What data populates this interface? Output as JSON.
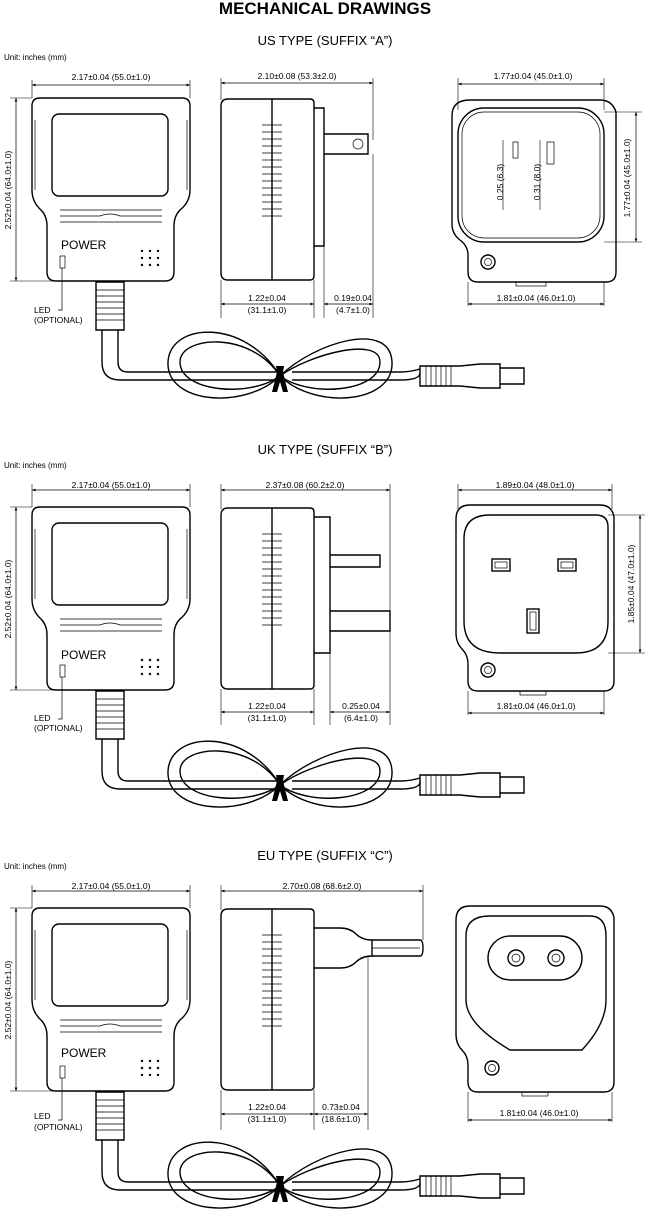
{
  "title": "MECHANICAL DRAWINGS",
  "sections": [
    {
      "heading": "US TYPE (SUFFIX “A”)",
      "unit": "Unit: inches (mm)",
      "front": {
        "width": "2.17±0.04 (55.0±1.0)",
        "height": "2.52±0.04 (64.0±1.0)",
        "power": "POWER",
        "led": [
          "LED",
          "(OPTIONAL)"
        ]
      },
      "side": {
        "width": "2.10±0.08 (53.3±2.0)",
        "depth": [
          "1.22±0.04",
          "(31.1±1.0)"
        ],
        "prong": [
          "0.19±0.04",
          "(4.7±1.0)"
        ]
      },
      "plug": {
        "width": "1.77±0.04 (45.0±1.0)",
        "height": "1.77±0.04 (45.0±1.0)",
        "bottom": "1.81±0.04 (46.0±1.0)",
        "pin_a": "0.25 (6.3)",
        "pin_b": "0.31 (8.0)"
      }
    },
    {
      "heading": "UK TYPE (SUFFIX “B”)",
      "unit": "Unit: inches (mm)",
      "front": {
        "width": "2.17±0.04 (55.0±1.0)",
        "height": "2.52±0.04 (64.0±1.0)",
        "power": "POWER",
        "led": [
          "LED",
          "(OPTIONAL)"
        ]
      },
      "side": {
        "width": "2.37±0.08 (60.2±2.0)",
        "depth": [
          "1.22±0.04",
          "(31.1±1.0)"
        ],
        "prong": [
          "0.25±0.04",
          "(6.4±1.0)"
        ]
      },
      "plug": {
        "width": "1.89±0.04 (48.0±1.0)",
        "height": "1.85±0.04 (47.0±1.0)",
        "bottom": "1.81±0.04 (46.0±1.0)",
        "pin_a": "",
        "pin_b": ""
      }
    },
    {
      "heading": "EU TYPE (SUFFIX “C”)",
      "unit": "Unit: inches (mm)",
      "front": {
        "width": "2.17±0.04 (55.0±1.0)",
        "height": "2.52±0.04 (64.0±1.0)",
        "power": "POWER",
        "led": [
          "LED",
          "(OPTIONAL)"
        ]
      },
      "side": {
        "width": "2.70±0.08 (68.6±2.0)",
        "depth": [
          "1.22±0.04",
          "(31.1±1.0)"
        ],
        "prong": [
          "0.73±0.04",
          "(18.6±1.0)"
        ]
      },
      "plug": {
        "width": "",
        "height": "",
        "bottom": "1.81±0.04 (46.0±1.0)",
        "pin_a": "",
        "pin_b": ""
      }
    }
  ]
}
